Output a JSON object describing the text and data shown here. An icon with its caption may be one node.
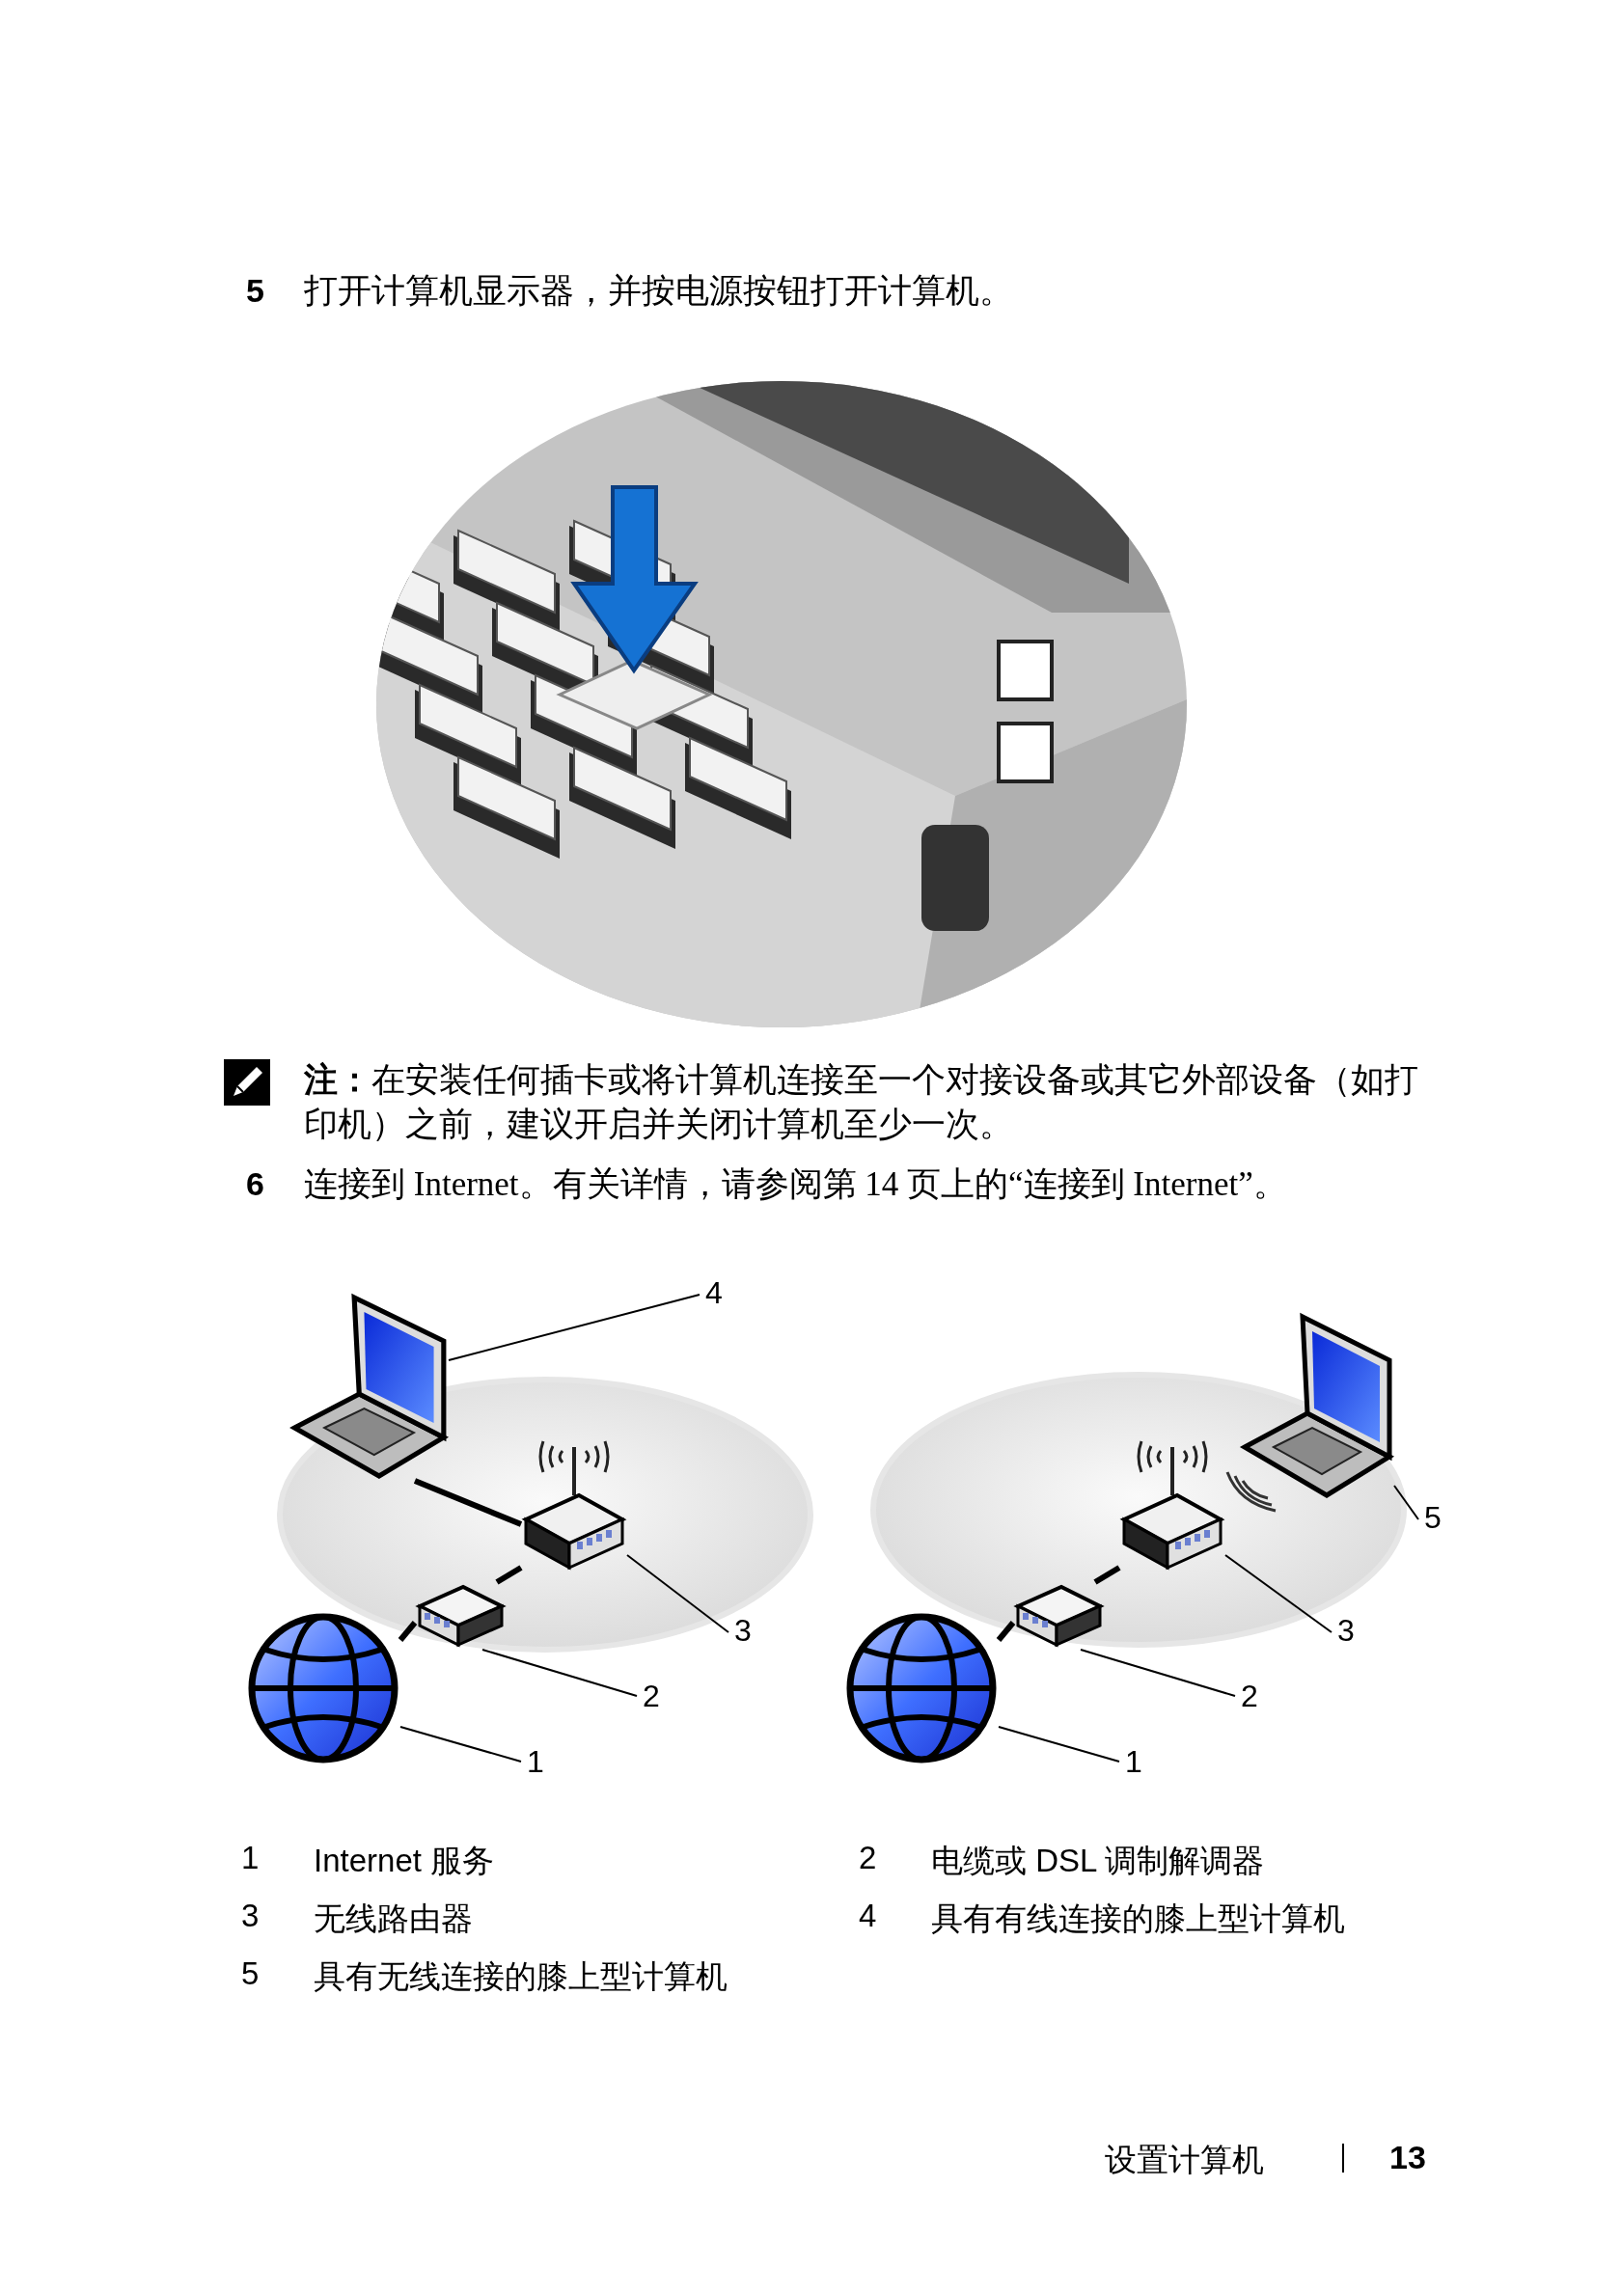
{
  "diagram": {
    "nodes": [
      {
        "text": [],
        "shape": "picture"
      },
      {
        "text": [],
        "shape": "picture"
      },
      {
        "text": [],
        "shape": "picture"
      },
      {
        "text": [],
        "shape": "picture"
      },
      {
        "text": [
          "4"
        ]
      },
      {
        "text": [
          "3"
        ]
      },
      {
        "text": [
          "2"
        ]
      },
      {
        "text": [
          "1"
        ]
      },
      {
        "text": [],
        "shape": "picture"
      },
      {
        "text": [],
        "shape": "picture"
      },
      {
        "text": [],
        "shape": "picture"
      },
      {
        "text": [],
        "shape": "picture"
      },
      {
        "text": [
          "5"
        ]
      },
      {
        "text": [
          "3"
        ]
      },
      {
        "text": [
          "2"
        ]
      },
      {
        "text": [
          "1"
        ]
      }
    ],
    "edges": [
      {
        "from": 0,
        "to": 1,
        "arrow": "none",
        "style": "thick"
      },
      {
        "from": 1,
        "to": 2,
        "arrow": "none",
        "style": "thick"
      },
      {
        "from": 2,
        "to": 3,
        "arrow": "none",
        "style": "thick"
      },
      {
        "from": 4,
        "to": 0,
        "arrow": "none"
      },
      {
        "from": 5,
        "to": 1,
        "arrow": "none"
      },
      {
        "from": 6,
        "to": 2,
        "arrow": "none"
      },
      {
        "from": 7,
        "to": 3,
        "arrow": "none"
      },
      {
        "from": 9,
        "to": 10,
        "arrow": "none",
        "style": "thick"
      },
      {
        "from": 10,
        "to": 11,
        "arrow": "none",
        "style": "thick"
      },
      {
        "from": 12,
        "to": 8,
        "arrow": "none"
      },
      {
        "from": 13,
        "to": 9,
        "arrow": "none"
      },
      {
        "from": 14,
        "to": 10,
        "arrow": "none"
      },
      {
        "from": 15,
        "to": 11,
        "arrow": "none"
      }
    ],
    "labels": [
      "5",
      "打开计算机显示器，并按电源按钮打开计算机。",
      "**注：**在安装任何插卡或将计算机连接至一个对接设备或其它外部设备（如打印机）之前，建议开启并关闭计算机至少一次。",
      "6",
      "连接到 Internet。有关详情，请参阅第 14 页上的“连接到 Internet”。",
      "1",
      "Internet 服务",
      "2",
      "电缆或 DSL 调制解调器",
      "3",
      "无线路由器",
      "4",
      "具有有线连接的膝上型计算机",
      "5",
      "具有无线连接的膝上型计算机",
      "设置计算机",
      "13"
    ]
  }
}
